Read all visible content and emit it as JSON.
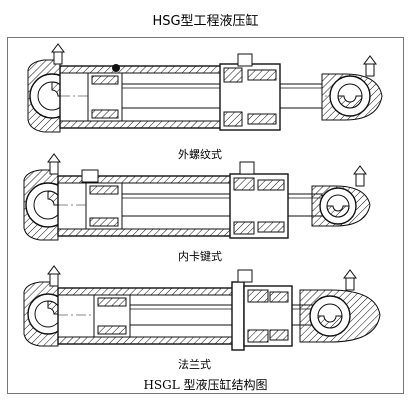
{
  "title": "HSG型工程液压缸",
  "captions": {
    "variant_1": "外螺纹式",
    "variant_2": "内卡键式",
    "variant_3": "法兰式",
    "figure": "HSGL 型液压缸结构图"
  }
}
